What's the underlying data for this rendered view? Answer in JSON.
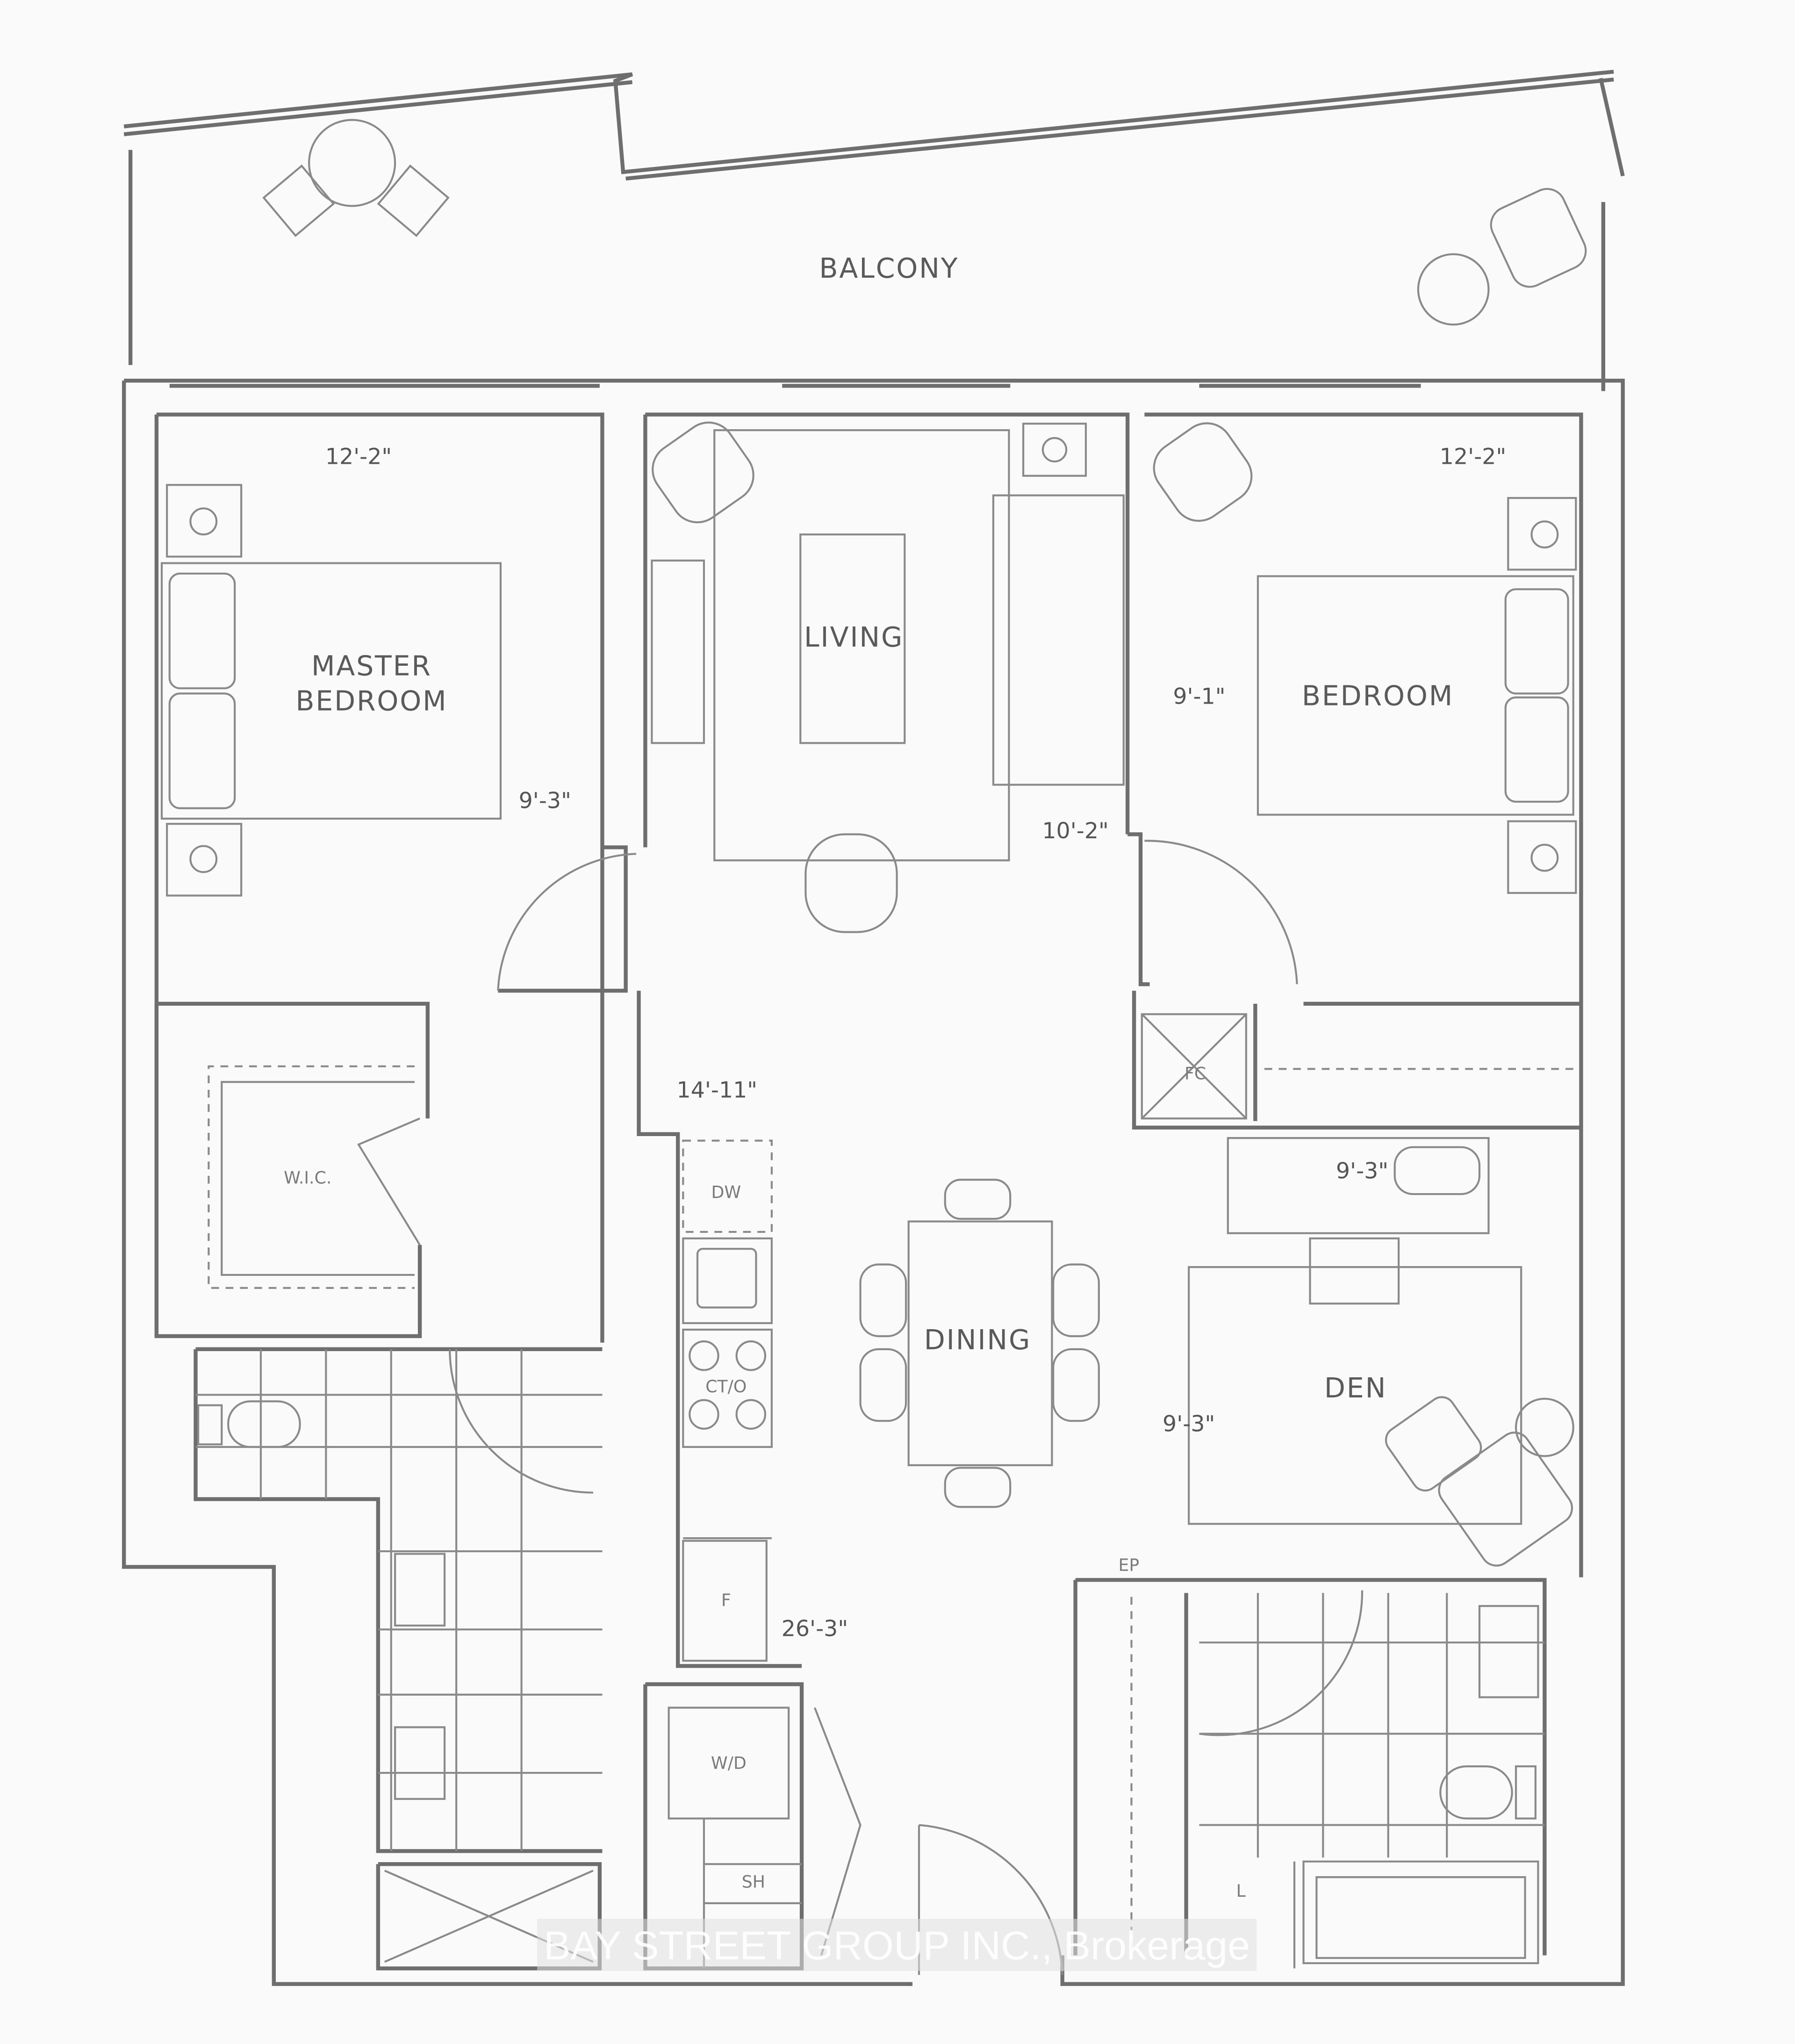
{
  "rooms": {
    "balcony": "BALCONY",
    "master_bedroom_line1": "MASTER",
    "master_bedroom_line2": "BEDROOM",
    "living": "LIVING",
    "bedroom": "BEDROOM",
    "wic": "W.I.C.",
    "dining": "DINING",
    "den": "DEN"
  },
  "fixtures": {
    "dishwasher": "DW",
    "cooktop_oven": "CT/O",
    "fridge": "F",
    "washer_dryer": "W/D",
    "coat_closet": "FC",
    "electrical_panel": "EP",
    "linen": "L",
    "shelf": "SH"
  },
  "dimensions": {
    "master_width": "12'-2\"",
    "master_depth": "9'-3\"",
    "living_width": "9'-1\"",
    "living_depth": "10'-2\"",
    "bedroom_width": "12'-2\"",
    "kitchen_length": "14'-11\"",
    "den_width": "9'-3\"",
    "den_depth": "9'-3\"",
    "overall_length": "26'-3\""
  },
  "watermark": "BAY STREET GROUP INC., Brokerage"
}
